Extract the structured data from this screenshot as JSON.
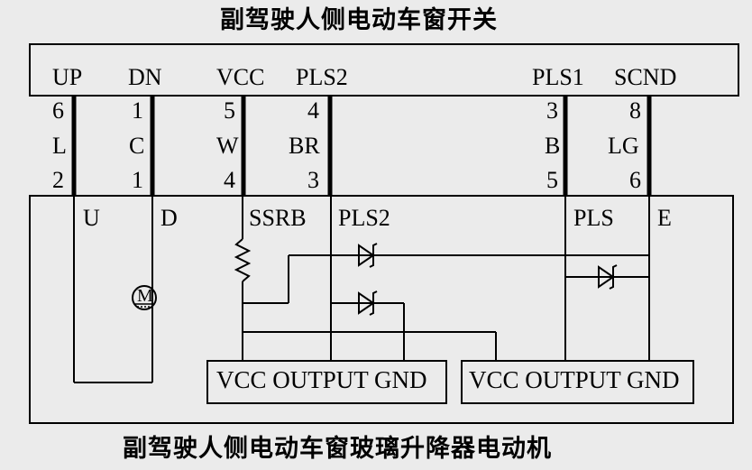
{
  "switch": {
    "title": "副驾驶人侧电动车窗开关",
    "pins": [
      {
        "label": "UP",
        "top": "6",
        "color": "L",
        "bottom": "2"
      },
      {
        "label": "DN",
        "top": "1",
        "color": "C",
        "bottom": "1"
      },
      {
        "label": "VCC",
        "top": "5",
        "color": "W",
        "bottom": "4"
      },
      {
        "label": "PLS2",
        "top": "4",
        "color": "BR",
        "bottom": "3"
      },
      {
        "label": "PLS1",
        "top": "3",
        "color": "B",
        "bottom": "5"
      },
      {
        "label": "SCND",
        "top": "8",
        "color": "LG",
        "bottom": "6"
      }
    ]
  },
  "motor": {
    "title": "副驾驶人侧电动车窗玻璃升降器电动机",
    "terminals": [
      "U",
      "D",
      "SSRB",
      "PLS2",
      "PLS",
      "E"
    ],
    "motor_symbol": "M",
    "sensor1": "VCC OUTPUT GND",
    "sensor2": "VCC OUTPUT GND"
  }
}
